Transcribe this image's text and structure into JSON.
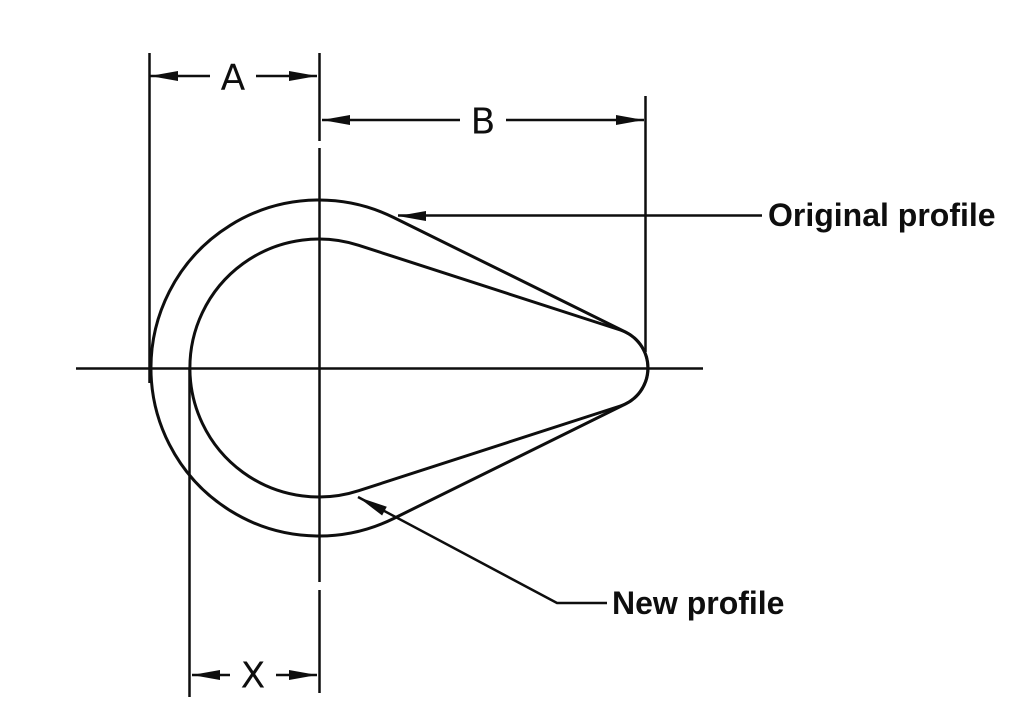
{
  "diagram": {
    "type": "engineering-profile-drawing",
    "dimensions": {
      "a_label": "A",
      "b_label": "B",
      "x_label": "X"
    },
    "callouts": {
      "original": "Original profile",
      "new": "New profile"
    },
    "colors": {
      "ink": "#0e0e0e",
      "background": "#ffffff"
    }
  }
}
